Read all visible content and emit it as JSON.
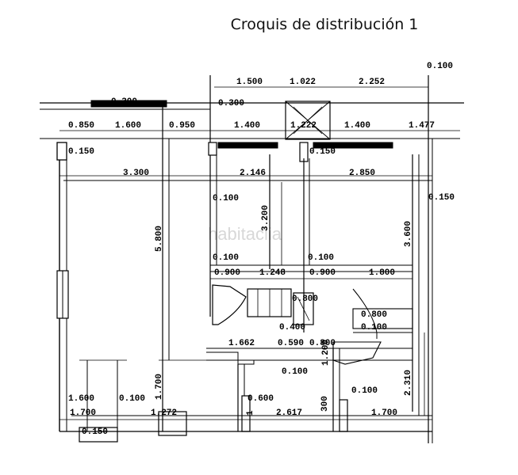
{
  "title": "Croquis de distribución 1",
  "watermark": "habitaclia",
  "colors": {
    "line": "#000000",
    "background": "#ffffff",
    "watermark": "#d8d8d8"
  },
  "dimensions": {
    "d_0100_top": "0.100",
    "d_1500": "1.500",
    "d_1022": "1.022",
    "d_2252": "2.252",
    "d_0300_a": "0.300",
    "d_0300_b": "0.300",
    "d_0850": "0.850",
    "d_1600": "1.600",
    "d_0950": "0.950",
    "d_1400_a": "1.400",
    "d_1222": "1.222",
    "d_1400_b": "1.400",
    "d_1477": "1.477",
    "d_0150_left": "0.150",
    "d_0150_mid": "0.150",
    "d_3300": "3.300",
    "d_2146": "2.146",
    "d_2850": "2.850",
    "d_0150_right": "0.150",
    "d_0100_a": "0.100",
    "d_3200": "3.200",
    "d_5800": "5.800",
    "d_3600": "3.600",
    "d_0100_b": "0.100",
    "d_0100_c": "0.100",
    "d_0900_a": "0.900",
    "d_1248": "1.248",
    "d_0900_b": "0.900",
    "d_1800": "1.800",
    "d_0800_a": "0.800",
    "d_0800_b": "0.800",
    "d_0100_d": "0.100",
    "d_0400": "0.400",
    "d_1662": "1.662",
    "d_0590": "0.590",
    "d_0800_c": "0.800",
    "d_1200": "1.200",
    "d_0100_e": "0.100",
    "d_2310": "2.310",
    "d_1600_b": "1.600",
    "d_0100_f": "0.100",
    "d_1700_v": "1.700",
    "d_0100_g": "0.100",
    "d_0600": "0.600",
    "d_1700_a": "1.700",
    "d_1272": "1.272",
    "d_1": "1",
    "d_2617": "2.617",
    "d_300": "300",
    "d_1700_b": "1.700",
    "d_0150_bottom": "0.150"
  }
}
